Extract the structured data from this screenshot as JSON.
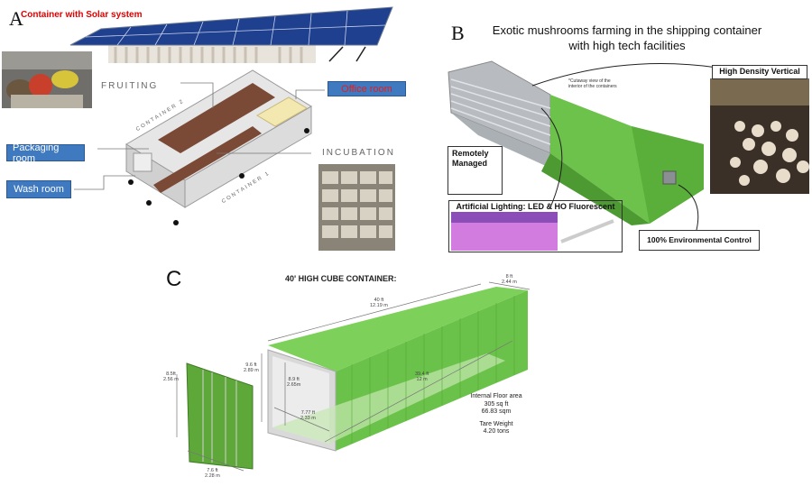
{
  "panel_a": {
    "letter": "A",
    "title": "Container with Solar system",
    "labels": {
      "fruiting": "FRUITING",
      "incubation": "INCUBATION",
      "office_room": "Office room",
      "packaging_room": "Packaging  room",
      "wash_room": "Wash room",
      "container_1": "CONTAINER 1",
      "container_2": "CONTAINER 2"
    },
    "title_color": "#e00000"
  },
  "panel_b": {
    "letter": "B",
    "title_line1": "Exotic mushrooms farming in the shipping container",
    "title_line2": "with high tech facilities",
    "cutaway_note_line1": "*Cutaway view of the",
    "cutaway_note_line2": "interior of the containers",
    "remotely_managed": "Remotely Managed",
    "artificial_lighting": "Artificial Lighting: LED & HO Fluorescent",
    "high_density": "High Density Vertical",
    "environmental_control": "100% Environmental Control"
  },
  "panel_c": {
    "letter": "C",
    "title": "40' HIGH CUBE CONTAINER:",
    "dims": {
      "length_ft": "40 ft",
      "length_m": "12.19 m",
      "width_ft": "8 ft",
      "width_m": "2.44 m",
      "height_ft": "9.6 ft",
      "height_m": "2.89 m",
      "int_height_ft": "8.9 ft",
      "int_height_m": "2.65m",
      "int_width_ft": "7.77 ft",
      "int_width_m": "2.33 m",
      "int_length_ft": "39.4 ft",
      "int_length_m": "12 m",
      "door_height_ft": "8.5ft",
      "door_height_m": "2.56 m",
      "door_width_ft": "7.6 ft",
      "door_width_m": "2.28 m"
    },
    "floor_area_label": "Internal Floor area",
    "floor_area_sqft": "305 sq ft",
    "floor_area_sqm": "66.83 sqm",
    "tare_label": "Tare Weight",
    "tare_value": "4.20 tons"
  }
}
